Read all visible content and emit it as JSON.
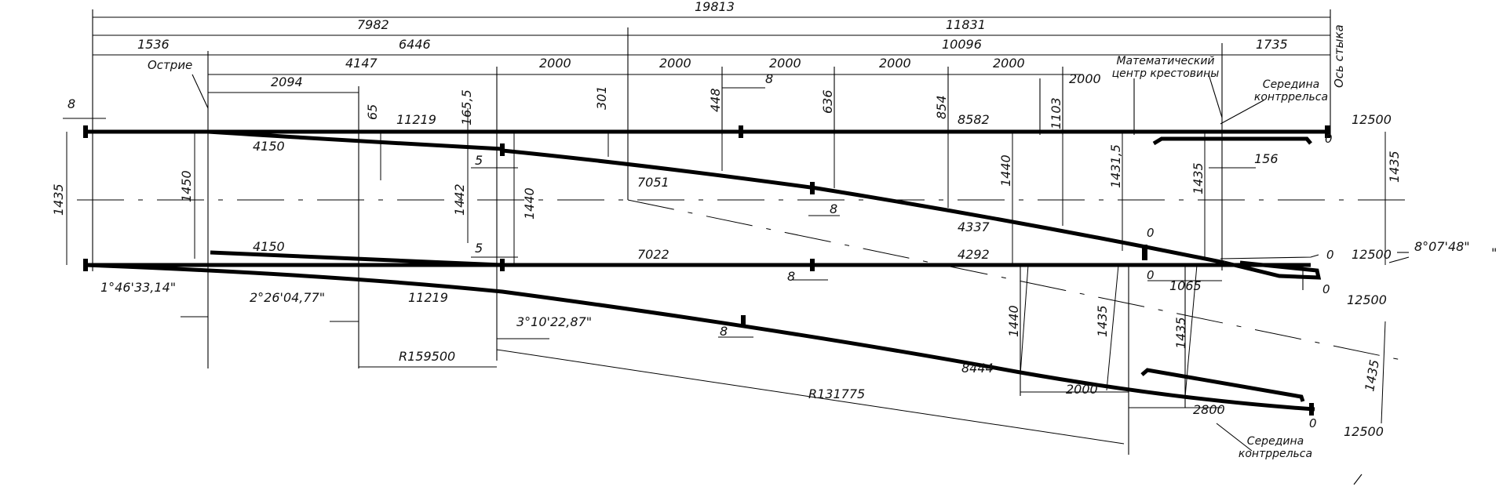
{
  "top_dims": {
    "total": "19813",
    "left_part": "7982",
    "right_part": "11831",
    "front": "1536",
    "mid": "6446",
    "rear": "10096",
    "tail": "1735",
    "seg_4147": "4147",
    "seg_2000_a": "2000",
    "seg_2000_b": "2000",
    "seg_2000_c": "2000",
    "seg_2000_d": "2000",
    "seg_2000_e": "2000",
    "seg_2094": "2094",
    "seg_2000_f": "2000",
    "gap_8_left": "8",
    "gap_8_top": "8"
  },
  "labels": {
    "point": "Острие",
    "math_center": "Математический центр крестовины",
    "guard_mid_top": "Середина контррельса",
    "joint_axis": "Ось стыка",
    "guard_mid_bottom": "Середина контррельса"
  },
  "vertical_dims": {
    "d65": "65",
    "d165": "165,5",
    "d301": "301",
    "d448": "448",
    "d636": "636",
    "d854": "854",
    "d1103": "1103",
    "d1435_left": "1435",
    "d1450": "1450",
    "d1442": "1442",
    "d1440_a": "1440",
    "d1440_b": "1440",
    "d1431_5": "1431,5",
    "d1435_mid": "1435",
    "d1435_right": "1435",
    "d1440_c": "1440",
    "d1435_c": "1435",
    "d1435_d": "1435",
    "d1435_e": "1435"
  },
  "rail_labels": {
    "r11219_top": "11219",
    "r4150_top": "4150",
    "r8582": "8582",
    "r7051": "7051",
    "r4337": "4337",
    "r4150_bot": "4150",
    "r7022": "7022",
    "r4292": "4292",
    "r11219_bot": "11219",
    "r8444": "8444",
    "r2000_bottom": "2000",
    "r2800": "2800",
    "r156": "156",
    "r1065": "1065",
    "r5_a": "5",
    "r5_b": "5",
    "r8_mid": "8",
    "r8_left": "8",
    "r8_bottom": "8",
    "r8_mid2": "8",
    "r12500_a": "12500",
    "r12500_b": "12500",
    "r12500_c": "12500",
    "r12500_d": "12500",
    "z_a": "0",
    "z_b": "0",
    "z_c": "0",
    "z_d": "0",
    "z_e": "0",
    "z_f": "0",
    "z_g": "0"
  },
  "angles": {
    "a1": "1°46'33,14\"",
    "a2": "2°26'04,77\"",
    "a3": "3°10'22,87\"",
    "a4": "8°07'48\""
  },
  "radii": {
    "r1": "R159500",
    "r2": "R131775"
  },
  "stray_mark": "\""
}
